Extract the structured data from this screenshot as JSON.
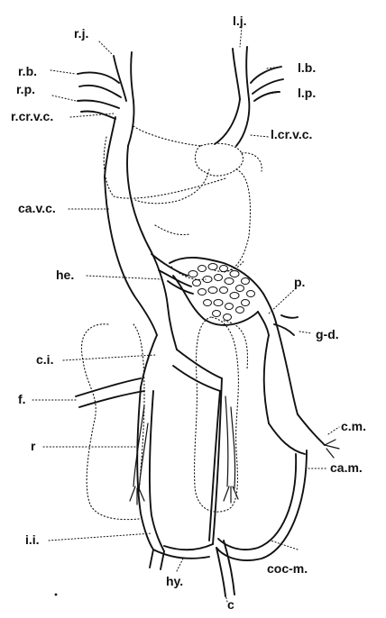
{
  "figure": {
    "labels": {
      "r_j": "r.j.",
      "r_b": "r.b.",
      "r_p": "r.p.",
      "r_cr_v_c": "r.cr.v.c.",
      "l_j": "l.j.",
      "l_b": "l.b.",
      "l_p": "l.p.",
      "l_cr_v_c": "l.cr.v.c.",
      "ca_v_c": "ca.v.c.",
      "he": "he.",
      "p": "p.",
      "g_d": "g-d.",
      "c_i": "c.i.",
      "f": "f.",
      "c_m": "c.m.",
      "r": "r",
      "ca_m": "ca.m.",
      "i_i": "i.i.",
      "coc_m": "coc-m.",
      "hy": "hy.",
      "c": "c"
    }
  }
}
